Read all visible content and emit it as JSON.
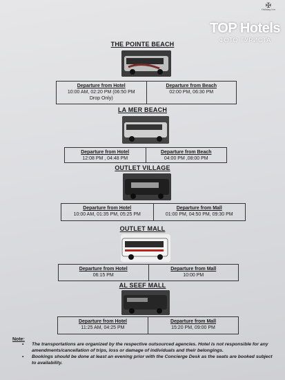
{
  "watermark": {
    "main": "TOP Hotels",
    "sub": "ФОТО ТУРИСТА"
  },
  "logo": {
    "text": "Holiday Inn"
  },
  "sections": [
    {
      "title": "THE POINTE BEACH",
      "left_head": "Departure from Hotel",
      "left_lines": [
        "10:00 AM, 02:20 PM (06:50 PM",
        "Drop Only)"
      ],
      "right_head": "Departure from Beach",
      "right_lines": [
        "02:00 PM, 06:30 PM"
      ]
    },
    {
      "title": "LA MER BEACH",
      "left_head": "Departure from Hotel",
      "left_lines": [
        "12:08 PM , 04:48 PM"
      ],
      "right_head": "Departure from Beach",
      "right_lines": [
        "04:00 PM ,08:00 PM"
      ]
    },
    {
      "title": "OUTLET VILLAGE",
      "left_head": "Departure from Hotel",
      "left_lines": [
        "10:00 AM, 01:35 PM, 05:25 PM"
      ],
      "right_head": "Departure from Mall",
      "right_lines": [
        "01:00 PM, 04:50 PM, 09:30 PM"
      ]
    },
    {
      "title": "OUTLET MALL",
      "left_head": "Departure from Hotel",
      "left_lines": [
        "06:15 PM"
      ],
      "right_head": "Departure from Mall",
      "right_lines": [
        "10:00 PM"
      ]
    },
    {
      "title": "AL SEEF MALL",
      "left_head": "Departure from Hotel",
      "left_lines": [
        "11:25 AM, 04:25 PM"
      ],
      "right_head": "Departure from Mall",
      "right_lines": [
        "15:20 PM, 09:00 PM"
      ]
    }
  ],
  "note": {
    "label": "Note:",
    "items": [
      "The transportations are organized by the respective outsourced agencies. Hotel is not responsible for any amendments/cancellation of trips, loss or damage of individuals and their belongings.",
      "Bookings should be done at least an evening prior with the Concierge Desk as the seats are booked subject to availability."
    ]
  },
  "colors": {
    "paper": "#dcdde0",
    "ink": "#1a1a1a"
  }
}
